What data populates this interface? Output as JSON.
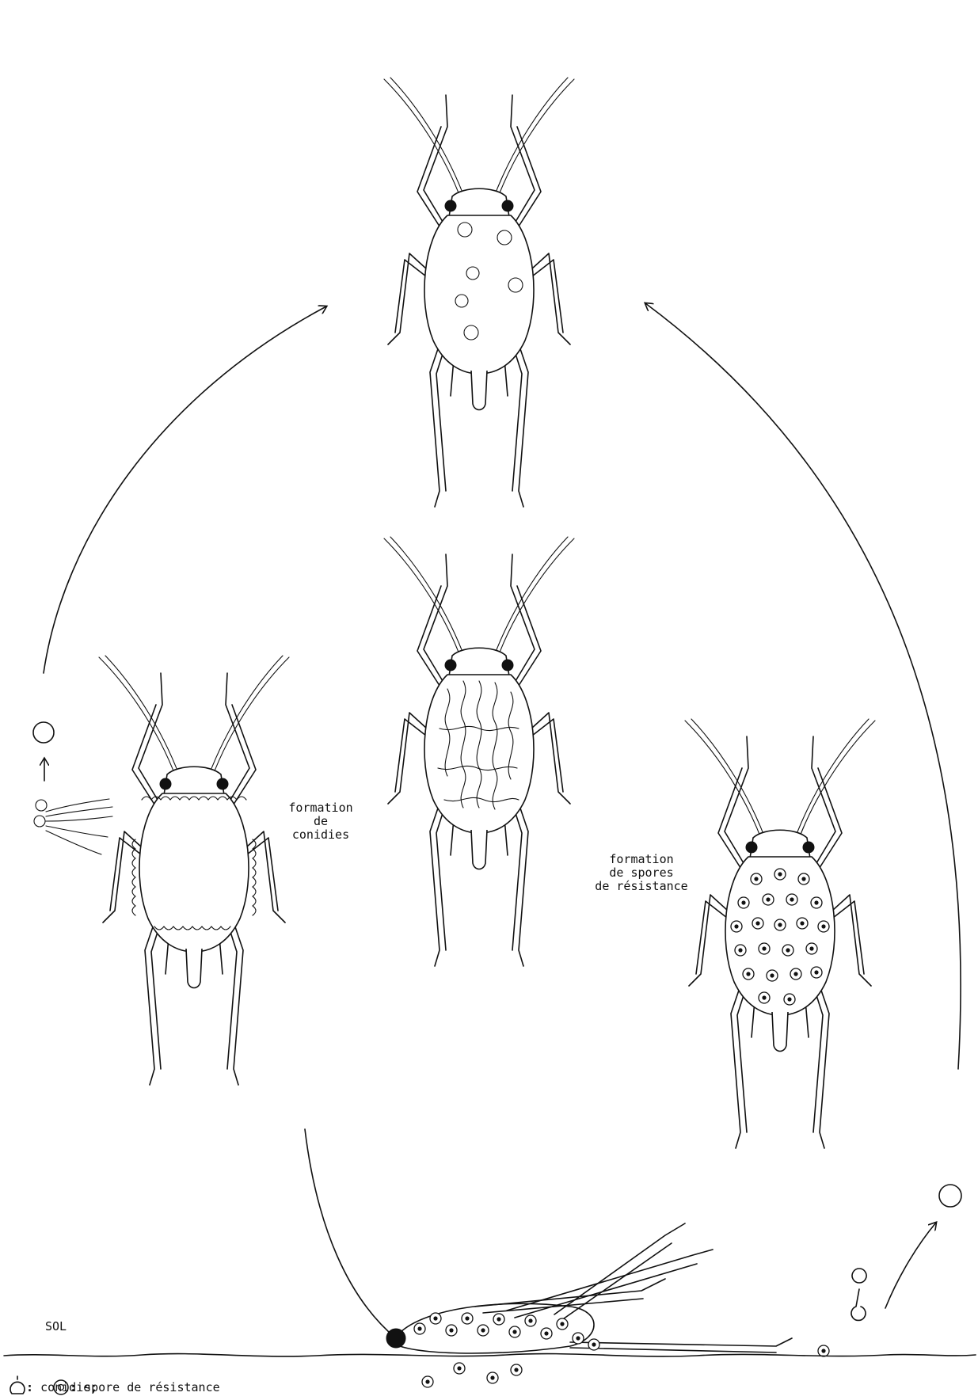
{
  "labels": {
    "formation_conidies": [
      "formation",
      "de",
      "conidies"
    ],
    "formation_spores": [
      "formation",
      "de spores",
      "de résistance"
    ],
    "sol": "SOL"
  },
  "legend": {
    "conidie_label": "conidie;",
    "spore_label": "spore de résistance"
  }
}
